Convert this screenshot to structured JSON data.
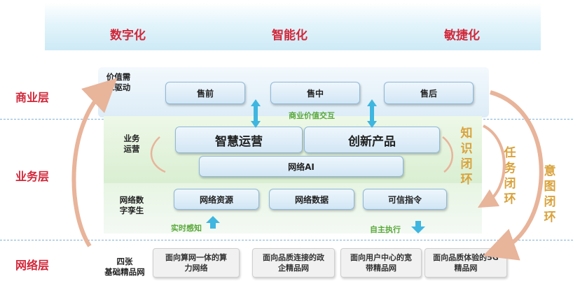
{
  "header": {
    "left": "数字化",
    "center": "智能化",
    "right": "敏捷化"
  },
  "layers": {
    "business": "商业层",
    "service": "业务层",
    "network": "网络层"
  },
  "business_layer": {
    "label": "价值需求驱动",
    "label_line1": "价值需",
    "label_line2": "求驱动",
    "boxes": [
      "售前",
      "售中",
      "售后"
    ]
  },
  "interaction_label": "商业价值交互",
  "ops_layer": {
    "label_line1": "业务",
    "label_line2": "运营",
    "main_boxes": [
      "智慧运营",
      "创新产品"
    ],
    "ai_box": "网络AI"
  },
  "twin_layer": {
    "label_line1": "网络数",
    "label_line2": "字孪生",
    "boxes": [
      "网络资源",
      "网络数据",
      "可信指令"
    ],
    "realtime": "实时感知",
    "autonomous": "自主执行"
  },
  "loops": {
    "knowledge": [
      "知",
      "识",
      "闭",
      "环"
    ],
    "task": [
      "任",
      "务",
      "闭",
      "环"
    ],
    "intent": [
      "意",
      "图",
      "闭",
      "环"
    ]
  },
  "network_layer": {
    "label_line1": "四张",
    "label_line2": "基础精品网",
    "boxes": [
      {
        "line1": "面向算网一体的算",
        "line2": "力网络"
      },
      {
        "line1": "面向品质连接的政",
        "line2": "企精品网"
      },
      {
        "line1": "面向用户中心的宽",
        "line2": "带精品网"
      },
      {
        "line1": "面向品质体验的5G",
        "line2": "精品网"
      }
    ]
  },
  "colors": {
    "title_red": "#d2283a",
    "loop_gold": "#d9a23b",
    "arrow_cyan": "#3fb6e0",
    "arrow_salmon": "#e8b49a",
    "label_green": "#5aa93a"
  }
}
